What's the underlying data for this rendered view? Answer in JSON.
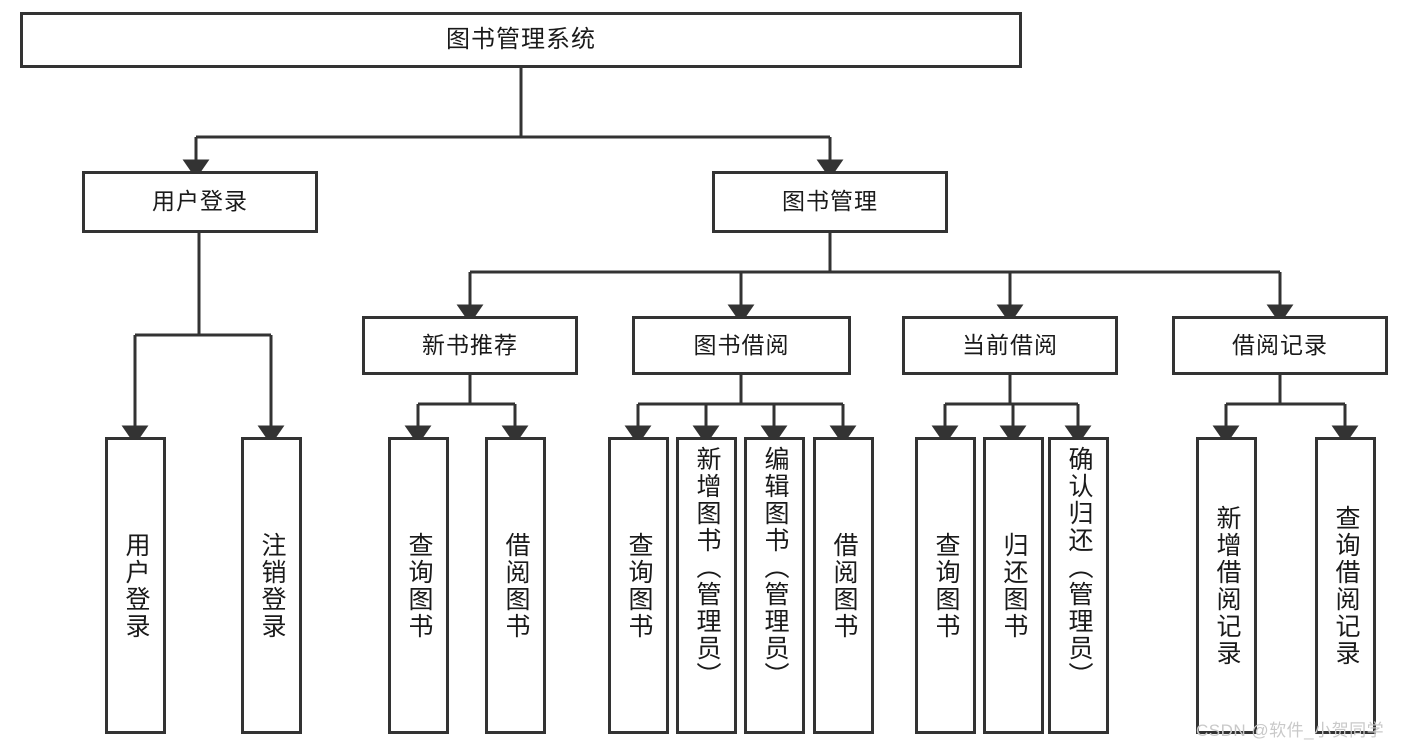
{
  "diagram": {
    "title": "图书管理系统",
    "type": "hierarchy-tree",
    "root": {
      "label": "图书管理系统"
    },
    "level2": [
      {
        "label": "用户登录"
      },
      {
        "label": "图书管理"
      }
    ],
    "level3": [
      {
        "label": "新书推荐"
      },
      {
        "label": "图书借阅"
      },
      {
        "label": "当前借阅"
      },
      {
        "label": "借阅记录"
      }
    ],
    "leaves": {
      "user_login": [
        {
          "label": "用户登录"
        },
        {
          "label": "注销登录"
        }
      ],
      "new_book_recommend": [
        {
          "label": "查询图书"
        },
        {
          "label": "借阅图书"
        }
      ],
      "book_borrow": [
        {
          "label": "查询图书"
        },
        {
          "label": "新增图书（管理员）"
        },
        {
          "label": "编辑图书（管理员）"
        },
        {
          "label": "借阅图书"
        }
      ],
      "current_borrow": [
        {
          "label": "查询图书"
        },
        {
          "label": "归还图书"
        },
        {
          "label": "确认归还（管理员）"
        }
      ],
      "borrow_record": [
        {
          "label": "新增借阅记录"
        },
        {
          "label": "查询借阅记录"
        }
      ]
    }
  },
  "watermark": {
    "text": "CSDN @软件_小贺同学"
  },
  "colors": {
    "stroke": "#333333",
    "text": "#1a1a1a",
    "background": "#ffffff",
    "watermark": "#c9c9c9"
  }
}
